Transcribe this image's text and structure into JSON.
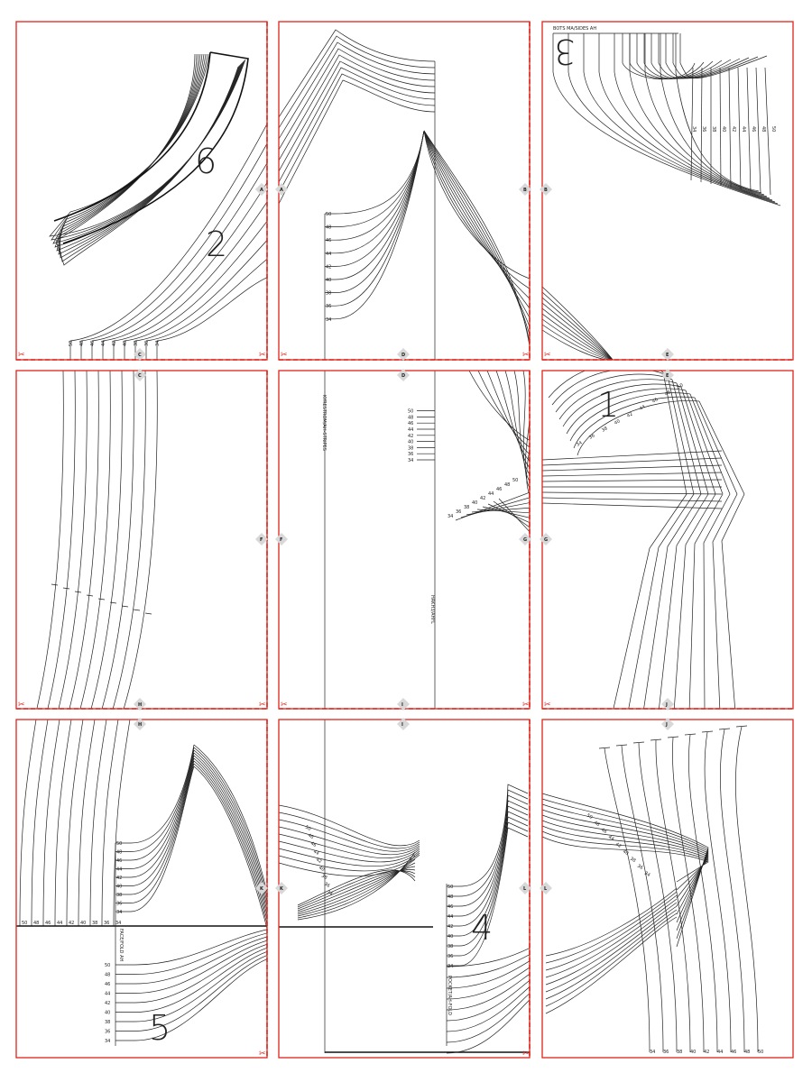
{
  "sizes": [
    "34",
    "36",
    "38",
    "40",
    "42",
    "44",
    "46",
    "48",
    "50"
  ],
  "piece_numbers": {
    "collar": "6",
    "front": "2",
    "back": "3",
    "sleeve": "1",
    "facing": "5",
    "pocket": "4"
  },
  "match_markers": [
    "A",
    "B",
    "C",
    "D",
    "E",
    "F",
    "G",
    "H",
    "I",
    "J",
    "K",
    "L"
  ],
  "scissors_icon": "✂",
  "vertical_texts": {
    "fold_center": "KYRESTROM/AH-STRIPES",
    "grain_short": "HAKH3/AHFL",
    "facing_label": "FACE/FOLD AH",
    "pocket_label": "POCKET/AH-FOLD",
    "back_header": "BOTS MA/SIDES AH"
  },
  "colors": {
    "border": "#e0231b",
    "line": "#222222",
    "marker": "#d8d8d8"
  }
}
